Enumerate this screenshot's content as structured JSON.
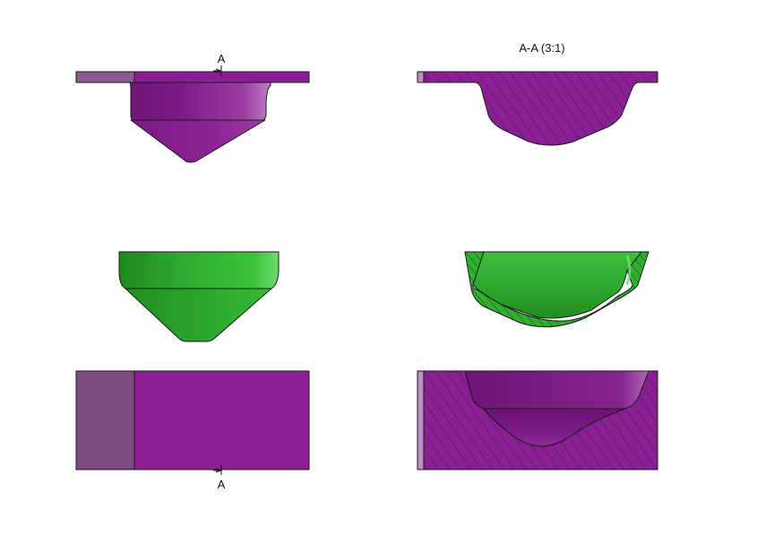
{
  "section_marker_top": "A",
  "section_marker_bottom": "A",
  "section_view_title": "A-A (3:1)",
  "colors": {
    "purple": "#8a1f93",
    "purple_dark": "#6a1272",
    "purple_light": "#a64aac",
    "purple_shade": "#7d4a83",
    "green": "#2fae2f",
    "green_dark": "#1f8a1f",
    "green_light": "#4fcf4f",
    "hatch": "#2a1a2c",
    "outline": "#1a1a1a"
  }
}
